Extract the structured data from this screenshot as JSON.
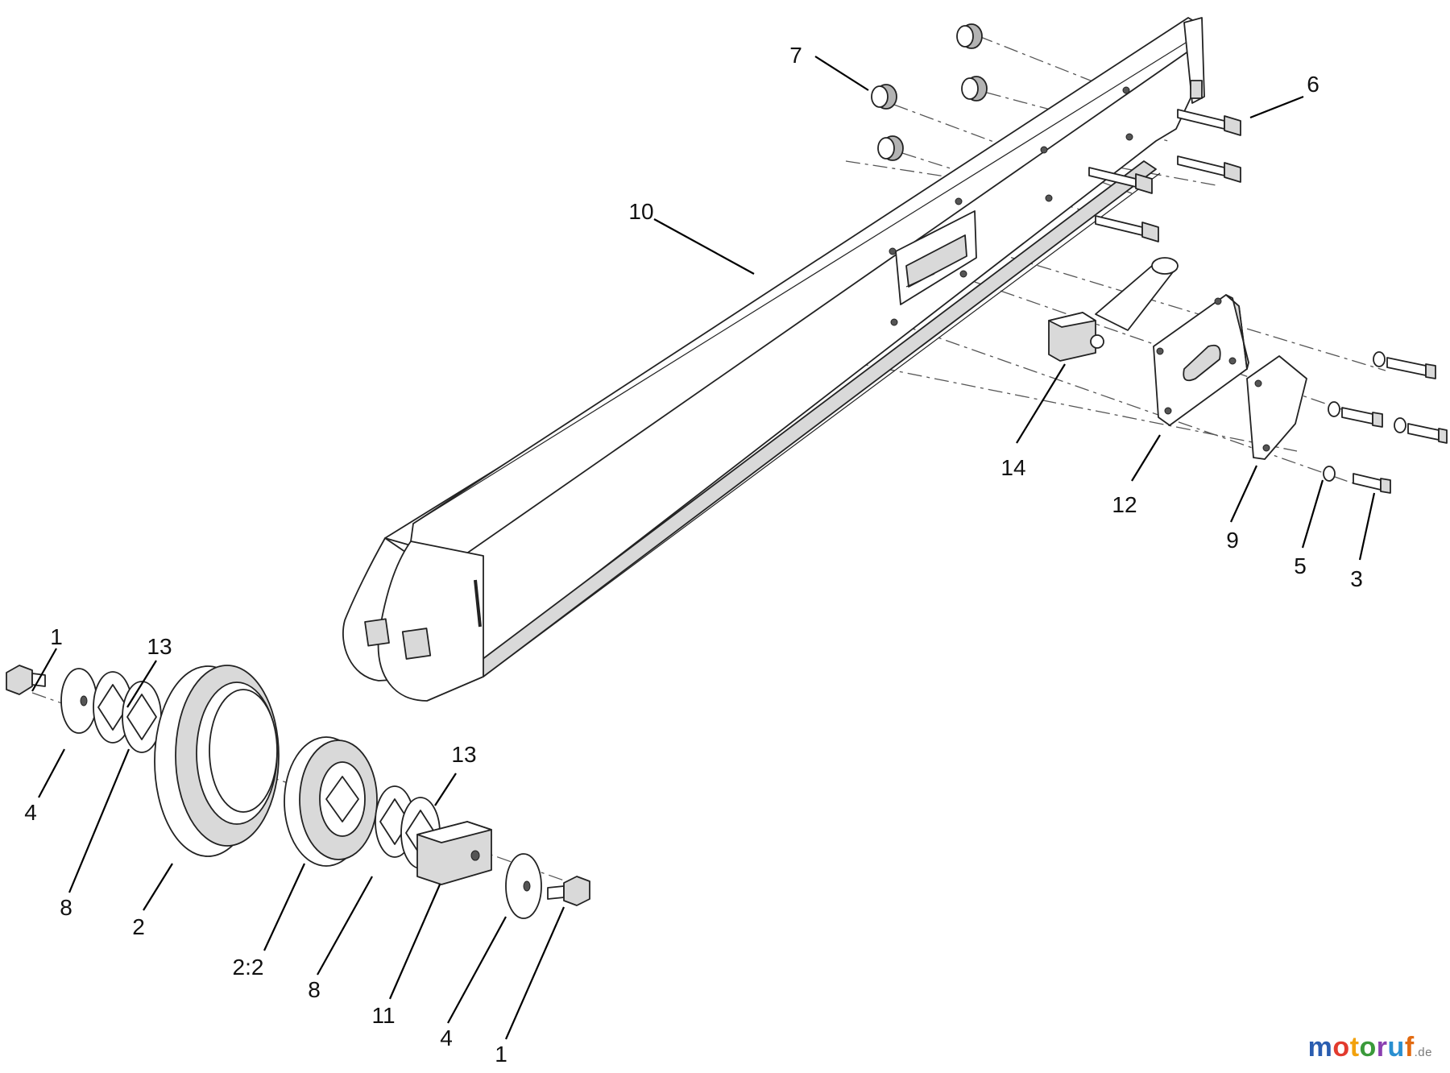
{
  "callouts": [
    {
      "id": "c7",
      "text": "7"
    },
    {
      "id": "c6",
      "text": "6"
    },
    {
      "id": "c10",
      "text": "10"
    },
    {
      "id": "c14",
      "text": "14"
    },
    {
      "id": "c12",
      "text": "12"
    },
    {
      "id": "c9",
      "text": "9"
    },
    {
      "id": "c5",
      "text": "5"
    },
    {
      "id": "c3",
      "text": "3"
    },
    {
      "id": "c1a",
      "text": "1"
    },
    {
      "id": "c13a",
      "text": "13"
    },
    {
      "id": "c4a",
      "text": "4"
    },
    {
      "id": "c8a",
      "text": "8"
    },
    {
      "id": "c2",
      "text": "2"
    },
    {
      "id": "c22",
      "text": "2:2"
    },
    {
      "id": "c13b",
      "text": "13"
    },
    {
      "id": "c8b",
      "text": "8"
    },
    {
      "id": "c11",
      "text": "11"
    },
    {
      "id": "c4b",
      "text": "4"
    },
    {
      "id": "c1b",
      "text": "1"
    }
  ],
  "watermark": {
    "letters": [
      "m",
      "o",
      "t",
      "o",
      "r",
      "u",
      "f"
    ],
    "letter_colors": [
      "#2a5db0",
      "#e23b2e",
      "#f2a20d",
      "#3a9a3a",
      "#8a3fb0",
      "#2a8fd0",
      "#e26a10"
    ],
    "tld": ".de"
  }
}
